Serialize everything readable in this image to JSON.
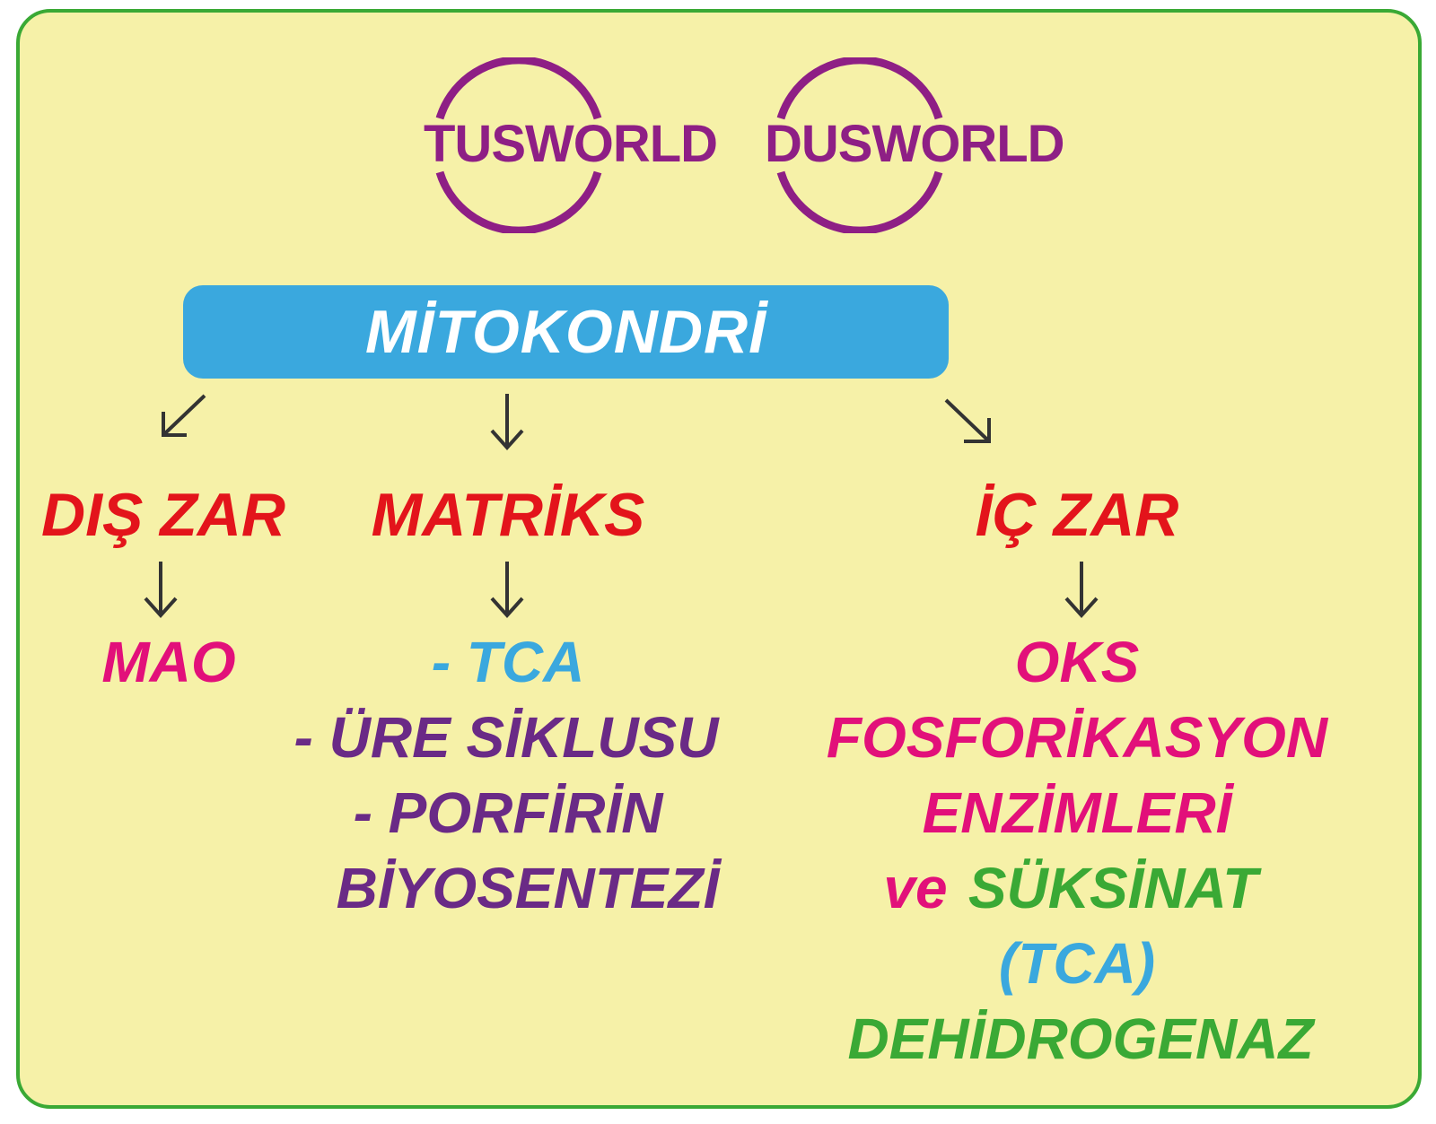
{
  "logos": {
    "left": "TUSWORLD",
    "right": "DUSWORLD",
    "color": "#8e1f85"
  },
  "root": {
    "label": "MİTOKONDRİ",
    "color": "#3aa8de"
  },
  "branches": {
    "outer_membrane": {
      "label": "DIŞ ZAR",
      "items": [
        "MAO"
      ]
    },
    "matrix": {
      "label": "MATRİKS",
      "items": [
        "- TCA",
        "- ÜRE SİKLUSU",
        "- PORFİRİN",
        "BİYOSENTEZİ"
      ]
    },
    "inner_membrane": {
      "label": "İÇ ZAR",
      "items": [
        "OKS",
        "FOSFORİKASYON",
        "ENZİMLERİ",
        "ve",
        "SÜKSİNAT",
        "(TCA)",
        "DEHİDROGENAZ"
      ]
    }
  },
  "colors": {
    "background": "#f6f1a8",
    "border": "#3aa935",
    "heading": "#e3141b",
    "magenta": "#e2107a",
    "blue": "#3aa8de",
    "purple": "#6a2a86",
    "green": "#3aa935",
    "arrow": "#333333"
  }
}
